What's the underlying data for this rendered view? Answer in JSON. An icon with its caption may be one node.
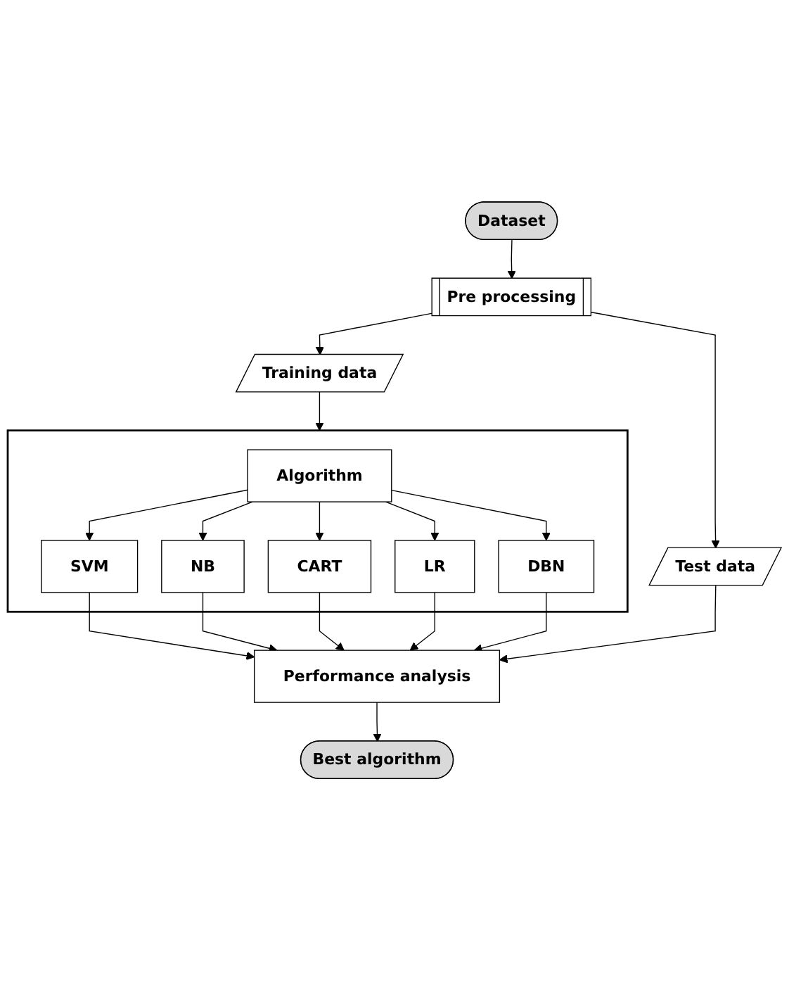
{
  "diagram": {
    "nodes": [
      {
        "text": [
          "Dataset"
        ]
      },
      {
        "text": [
          "Pre processing"
        ]
      },
      {
        "text": [
          "Test data"
        ]
      },
      {
        "text": [
          "Training data"
        ]
      },
      {
        "text": [],
        "shape": "box"
      },
      {
        "text": [
          "Algorithm"
        ],
        "in": 4
      },
      {
        "text": [
          "SVM"
        ],
        "in": 4
      },
      {
        "text": [
          "NB"
        ],
        "in": 4
      },
      {
        "text": [
          "CART"
        ],
        "in": 4
      },
      {
        "text": [
          "LR"
        ],
        "in": 4
      },
      {
        "text": [
          "DBN"
        ],
        "in": 4
      },
      {
        "text": [
          "Performance analysis"
        ]
      },
      {
        "text": [
          "Best algorithm"
        ]
      }
    ],
    "edges": [
      {
        "from": 0,
        "to": 1,
        "arrow": "to"
      },
      {
        "from": 1,
        "to": 2,
        "arrow": "to"
      },
      {
        "from": 1,
        "to": 3,
        "arrow": "to"
      },
      {
        "from": 3,
        "to": 4,
        "arrow": "to"
      },
      {
        "from": 5,
        "to": 6,
        "arrow": "to"
      },
      {
        "from": 5,
        "to": 7,
        "arrow": "to"
      },
      {
        "from": 5,
        "to": 8,
        "arrow": "to"
      },
      {
        "from": 5,
        "to": 9,
        "arrow": "to"
      },
      {
        "from": 5,
        "to": 10,
        "arrow": "to"
      },
      {
        "from": 6,
        "to": 11,
        "arrow": "to"
      },
      {
        "from": 7,
        "to": 11,
        "arrow": "to"
      },
      {
        "from": 8,
        "to": 11,
        "arrow": "to"
      },
      {
        "from": 9,
        "to": 11,
        "arrow": "to"
      },
      {
        "from": 10,
        "to": 11,
        "arrow": "to"
      },
      {
        "from": 2,
        "to": 11,
        "arrow": "to"
      },
      {
        "from": 11,
        "to": 12,
        "arrow": "to"
      }
    ]
  }
}
